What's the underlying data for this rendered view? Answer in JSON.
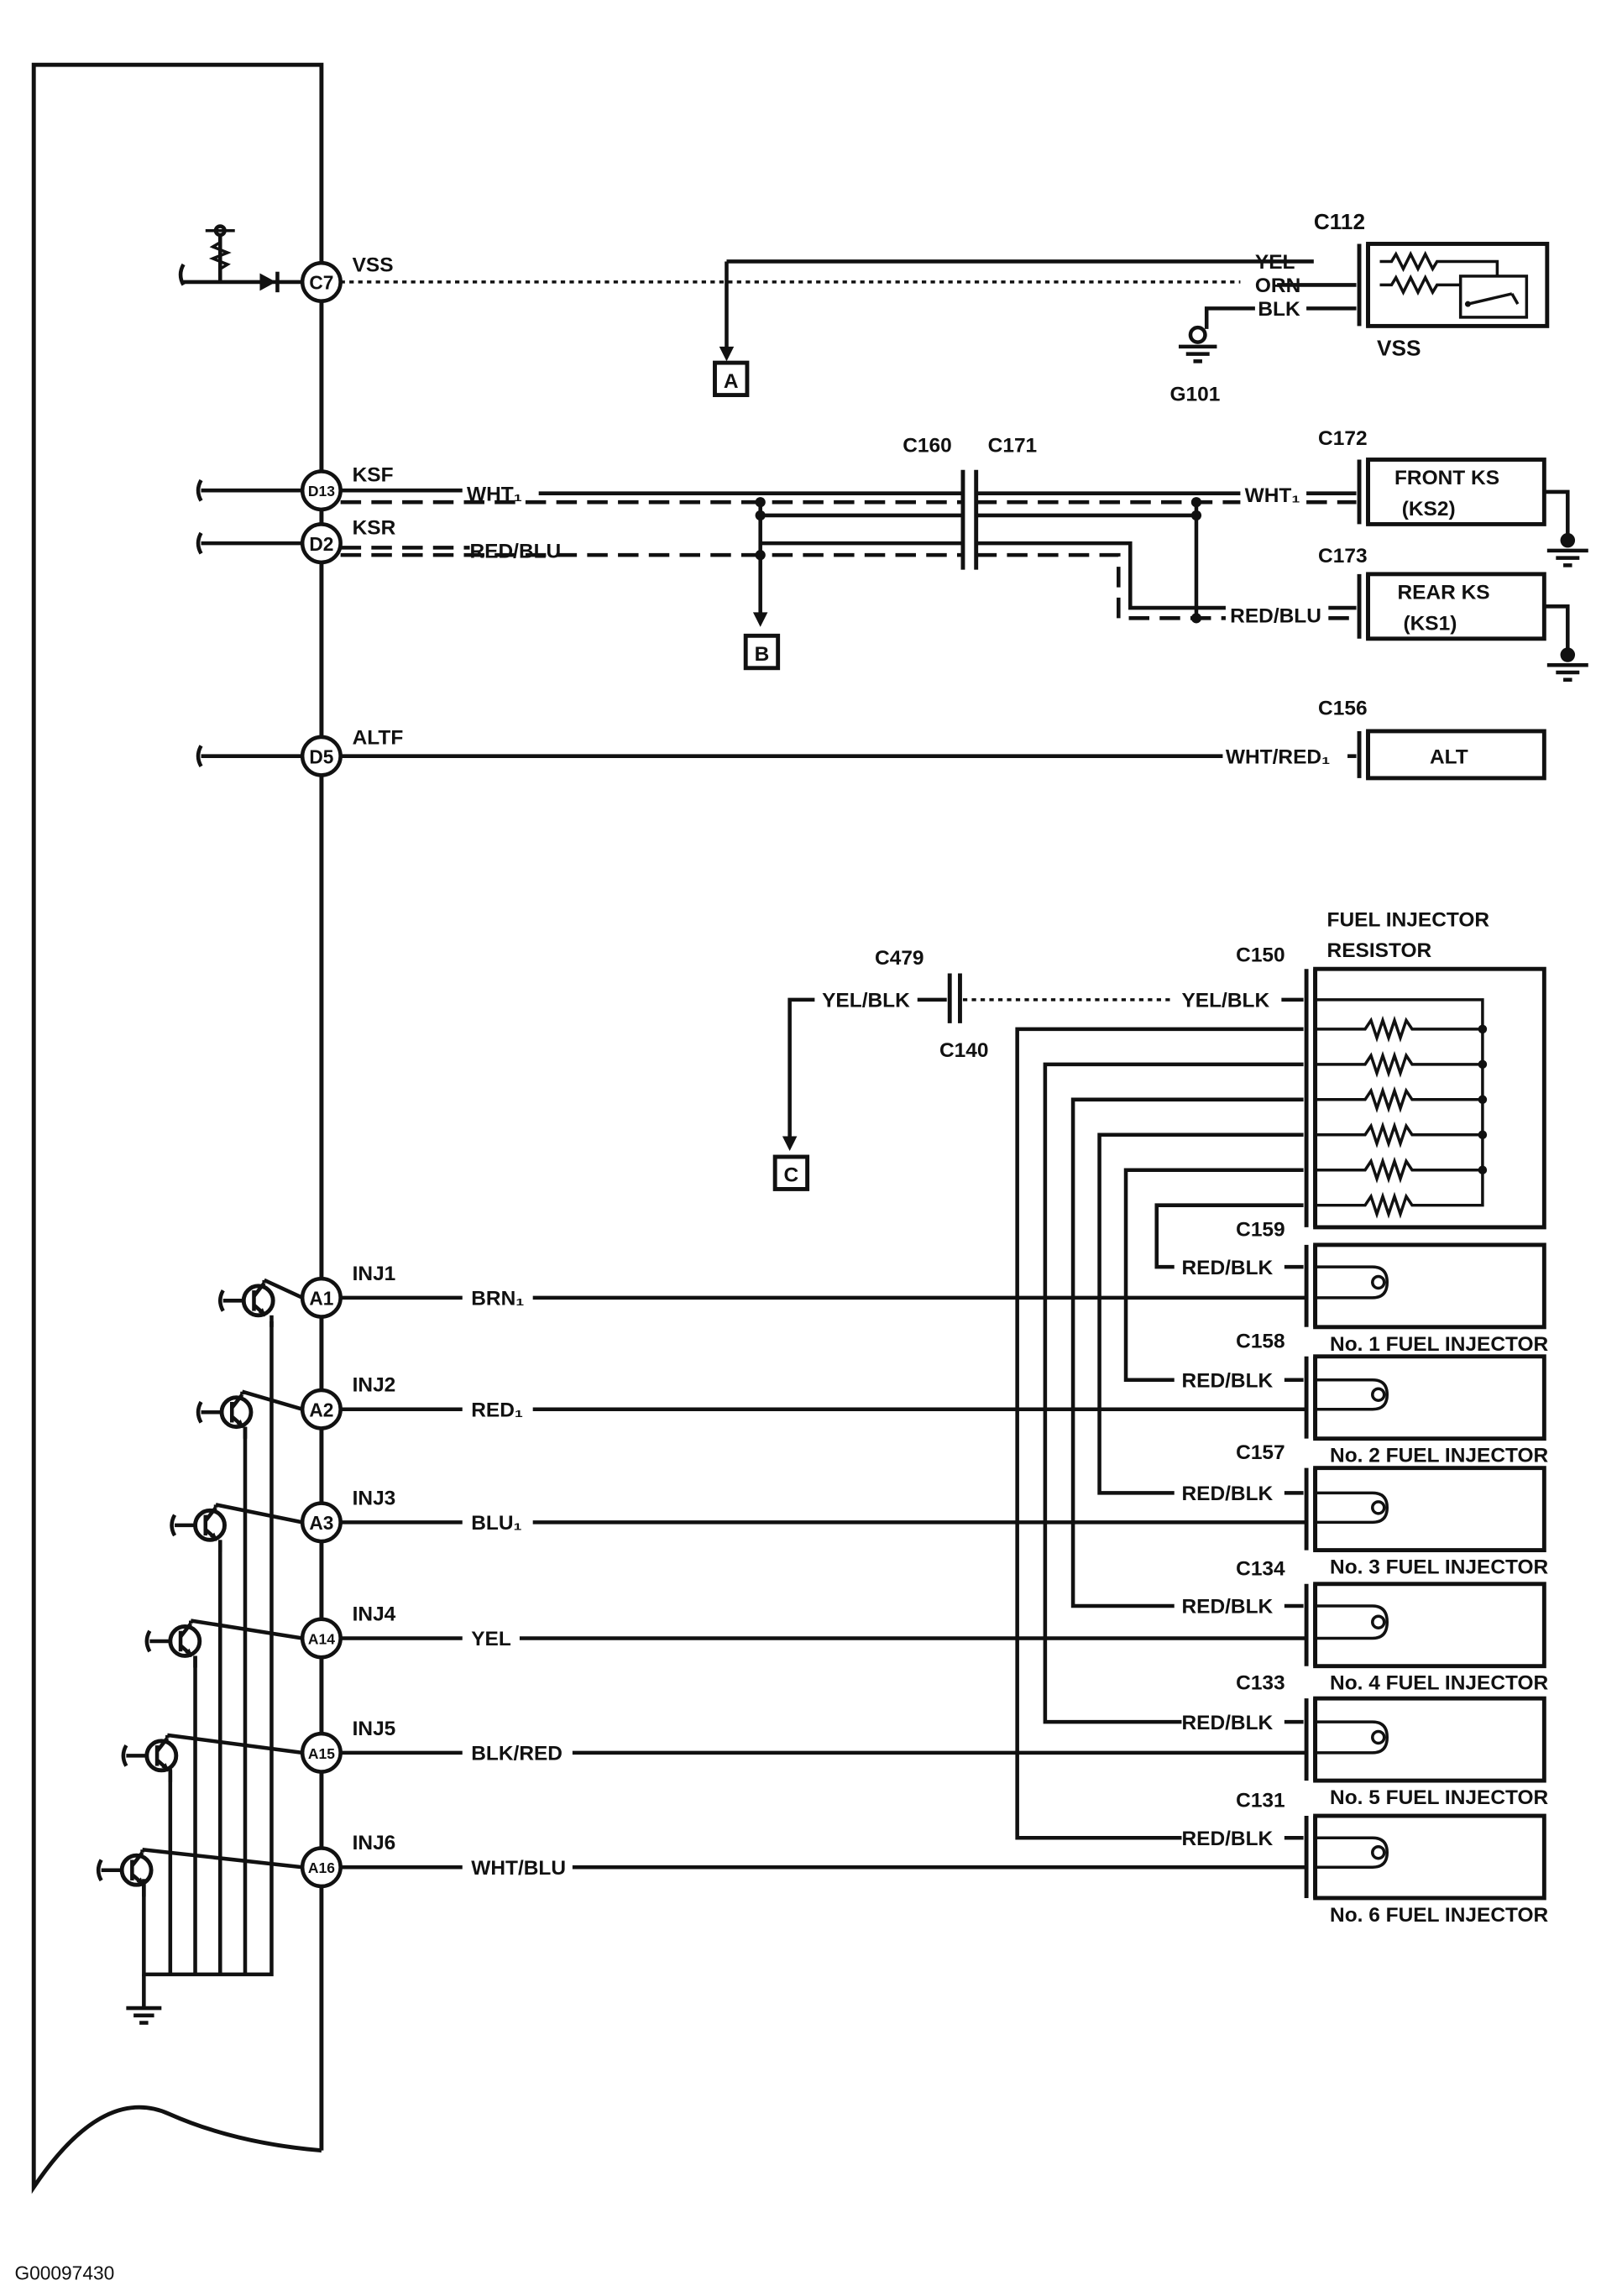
{
  "image_id": "G00097430",
  "ecm": {
    "top_pins": [
      {
        "pin": "C7",
        "signal": "VSS"
      },
      {
        "pin": "D13",
        "signal": "KSF"
      },
      {
        "pin": "D2",
        "signal": "KSR"
      },
      {
        "pin": "D5",
        "signal": "ALTF"
      }
    ],
    "injector_pins": [
      {
        "pin": "A1",
        "signal": "INJ1",
        "wire": "BRN₁"
      },
      {
        "pin": "A2",
        "signal": "INJ2",
        "wire": "RED₁"
      },
      {
        "pin": "A3",
        "signal": "INJ3",
        "wire": "BLU₁"
      },
      {
        "pin": "A14",
        "signal": "INJ4",
        "wire": "YEL"
      },
      {
        "pin": "A15",
        "signal": "INJ5",
        "wire": "BLK/RED"
      },
      {
        "pin": "A16",
        "signal": "INJ6",
        "wire": "WHT/BLU"
      }
    ]
  },
  "vss": {
    "connector": "C112",
    "label": "VSS",
    "wires": [
      "YEL",
      "ORN",
      "BLK"
    ],
    "ground": "G101",
    "ref": "A"
  },
  "knock": {
    "connectors": [
      "C160",
      "C171"
    ],
    "ksf_wire": "WHT₁",
    "ksr_wire": "RED/BLU",
    "front": {
      "connector": "C172",
      "label_1": "FRONT KS",
      "label_2": "(KS2)",
      "wire": "WHT₁"
    },
    "rear": {
      "connector": "C173",
      "label_1": "REAR KS",
      "label_2": "(KS1)",
      "wire": "RED/BLU"
    },
    "ref": "B"
  },
  "alt": {
    "connector": "C156",
    "label": "ALT",
    "wire": "WHT/RED₁"
  },
  "resistor": {
    "title_1": "FUEL INJECTOR",
    "title_2": "RESISTOR",
    "connector": "C150",
    "feed_connector_top": "C479",
    "feed_connector_bottom": "C140",
    "feed_wire_left": "YEL/BLK",
    "feed_wire_right": "YEL/BLK",
    "ref": "C"
  },
  "injectors": [
    {
      "connector": "C159",
      "label": "No. 1 FUEL INJECTOR",
      "wire": "RED/BLK"
    },
    {
      "connector": "C158",
      "label": "No. 2 FUEL INJECTOR",
      "wire": "RED/BLK"
    },
    {
      "connector": "C157",
      "label": "No. 3 FUEL INJECTOR",
      "wire": "RED/BLK"
    },
    {
      "connector": "C134",
      "label": "No. 4 FUEL INJECTOR",
      "wire": "RED/BLK"
    },
    {
      "connector": "C133",
      "label": "No. 5 FUEL INJECTOR",
      "wire": "RED/BLK"
    },
    {
      "connector": "C131",
      "label": "No. 6 FUEL INJECTOR",
      "wire": "RED/BLK"
    }
  ]
}
